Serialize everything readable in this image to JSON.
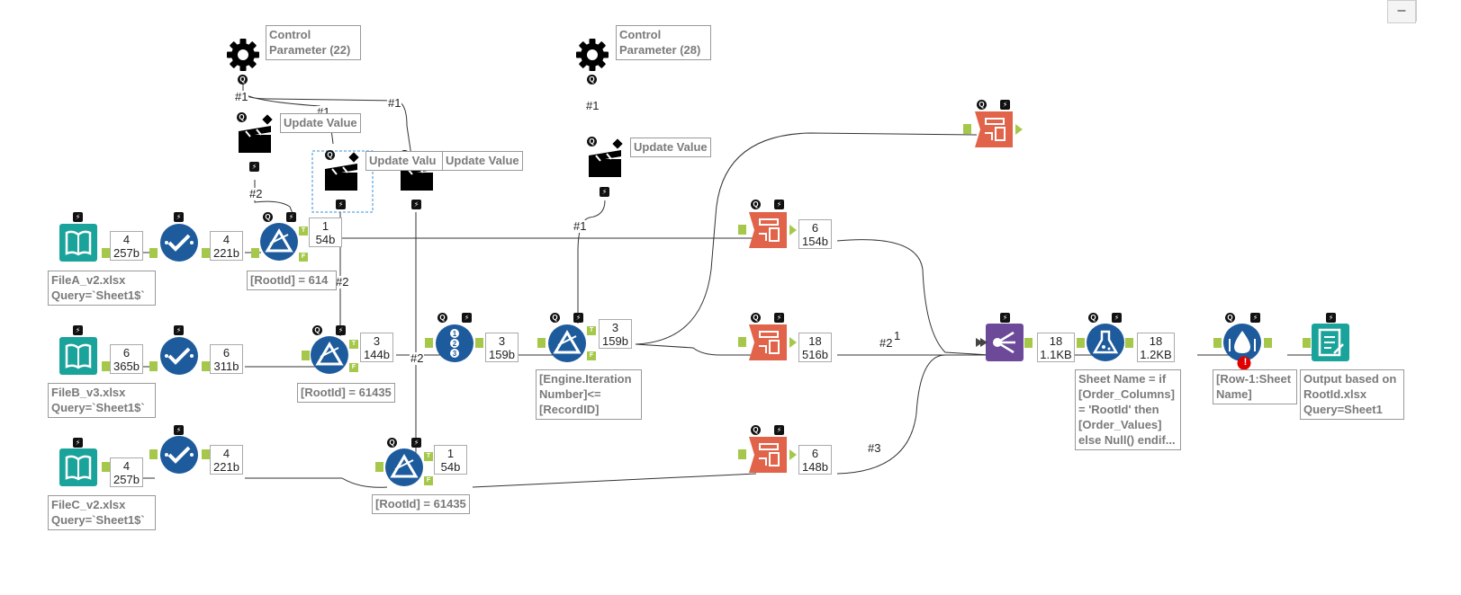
{
  "window": {
    "minimize_label": "–"
  },
  "colors": {
    "input_teal": "#1aa39b",
    "blue_tool": "#1e5b9c",
    "orange_tool": "#e0634a",
    "purple_tool": "#6c4a99",
    "anchor_green": "#a5c84a"
  },
  "annotations": {
    "ctrl22": "Control Parameter (22)",
    "ctrl28": "Control Parameter (28)",
    "uv1": "Update Value",
    "uv2": "Update Valu",
    "uv3": "Update Value",
    "uv4": "Update Value",
    "fileA": "FileA_v2.xlsx Query=`Sheet1$`",
    "fileB": "FileB_v3.xlsx Query=`Sheet1$`",
    "fileC": "FileC_v2.xlsx Query=`Sheet1$`",
    "filterA": "[RootId] = 614",
    "filterB": "[RootId] = 61435",
    "filterC": "[RootId] = 61435",
    "filterIter": "[Engine.Iteration Number]<= [RecordID]",
    "formula": "Sheet Name = if [Order_Columns] = 'RootId' then [Order_Values] else Null() endif...",
    "row": "[Row-1:Sheet Name]",
    "output": "Output based on RootId.xlsx Query=Sheet1"
  },
  "counts": {
    "a1": [
      "4",
      "257b"
    ],
    "a2": [
      "4",
      "221b"
    ],
    "a3": [
      "1",
      "54b"
    ],
    "b1": [
      "6",
      "365b"
    ],
    "b2": [
      "6",
      "311b"
    ],
    "b3": [
      "3",
      "144b"
    ],
    "b4": [
      "3",
      "159b"
    ],
    "b5": [
      "3",
      "159b"
    ],
    "c1": [
      "4",
      "257b"
    ],
    "c2": [
      "4",
      "221b"
    ],
    "c3": [
      "1",
      "54b"
    ],
    "o1": [
      "6",
      "154b"
    ],
    "o2": [
      "18",
      "516b"
    ],
    "o3": [
      "6",
      "148b"
    ],
    "u1": [
      "18",
      "1.1KB"
    ],
    "f1": [
      "18",
      "1.2KB"
    ]
  },
  "wire_labels": {
    "w1": "#1",
    "w2": "#1",
    "w3": "#1",
    "w4": "#1",
    "w5": "#2",
    "w6": "#2",
    "w7": "#1",
    "w8": "#2",
    "w9": "#2",
    "w10": "1",
    "w11": "#3"
  },
  "badges": {
    "q": "Q",
    "bolt": "⚡",
    "t": "T",
    "f": "F",
    "err": "!"
  },
  "icons": {
    "gear": "gear-icon",
    "clapper": "clapperboard-icon",
    "book": "book-icon",
    "check": "check-icon",
    "delta": "filter-delta-icon",
    "sort": "sort-icon",
    "table": "table-output-icon",
    "union": "union-icon",
    "flask": "formula-flask-icon",
    "drop": "multirow-drop-icon",
    "note": "output-file-icon"
  }
}
